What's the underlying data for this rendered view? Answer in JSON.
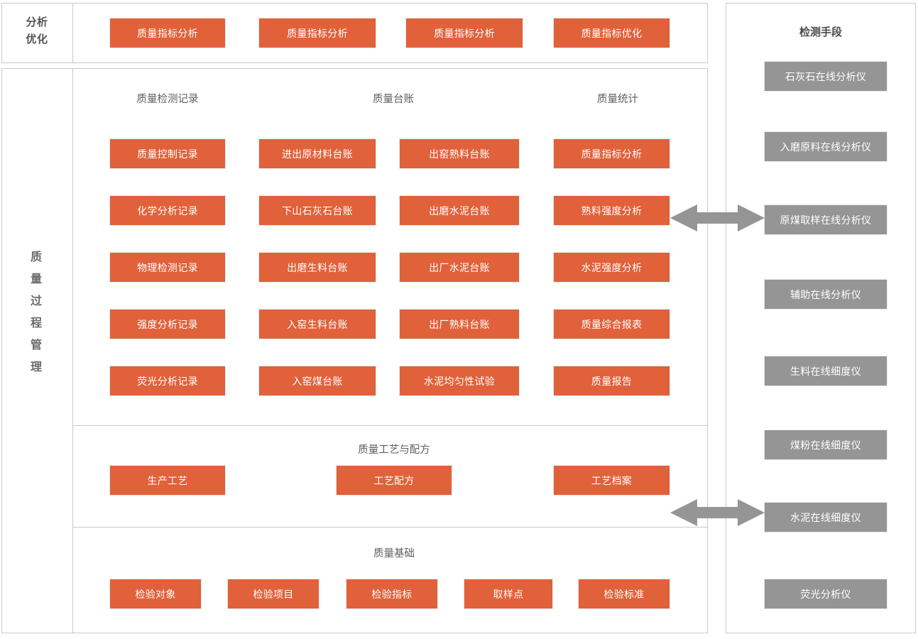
{
  "diagram": {
    "colors": {
      "orange": "#e0613a",
      "gray": "#959595",
      "border": "#c9c9c9",
      "text_dark": "#545454",
      "text_light": "#ffffff"
    },
    "top_band": {
      "label": "分析\n优化",
      "label_line1": "分析",
      "label_line2": "优化",
      "boxes": [
        {
          "label": "质量指标分析"
        },
        {
          "label": "质量指标分析"
        },
        {
          "label": "质量指标分析"
        },
        {
          "label": "质量指标优化"
        }
      ]
    },
    "left_label": {
      "text": "质 量 过 程 管 理",
      "chars": [
        "质",
        "量",
        "过",
        "程",
        "管",
        "理"
      ]
    },
    "main_panel": {
      "group_titles": [
        {
          "label": "质量检测记录"
        },
        {
          "label": "质量台账"
        },
        {
          "label": "质量统计"
        }
      ],
      "columns": [
        {
          "header": "质量检测记录",
          "boxes": [
            {
              "label": "质量控制记录"
            },
            {
              "label": "化学分析记录"
            },
            {
              "label": "物理检测记录"
            },
            {
              "label": "强度分析记录"
            },
            {
              "label": "荧光分析记录"
            }
          ]
        },
        {
          "header": "质量台账",
          "boxes": [
            {
              "label": "进出原材料台账"
            },
            {
              "label": "下山石灰石台账"
            },
            {
              "label": "出磨生料台账"
            },
            {
              "label": "入窑生料台账"
            },
            {
              "label": "入窑煤台账"
            }
          ]
        },
        {
          "header": "质量台账",
          "boxes": [
            {
              "label": "出窑熟料台账"
            },
            {
              "label": "出磨水泥台账"
            },
            {
              "label": "出厂水泥台账"
            },
            {
              "label": "出厂熟料台账"
            },
            {
              "label": "水泥均匀性试验"
            }
          ]
        },
        {
          "header": "质量统计",
          "boxes": [
            {
              "label": "质量指标分析"
            },
            {
              "label": "熟料强度分析"
            },
            {
              "label": "水泥强度分析"
            },
            {
              "label": "质量综合报表"
            },
            {
              "label": "质量报告"
            }
          ]
        }
      ]
    },
    "process_section": {
      "title": "质量工艺与配方",
      "boxes": [
        {
          "label": "生产工艺"
        },
        {
          "label": "工艺配方"
        },
        {
          "label": "工艺档案"
        }
      ]
    },
    "foundation_section": {
      "title": "质量基础",
      "boxes": [
        {
          "label": "检验对象"
        },
        {
          "label": "检验项目"
        },
        {
          "label": "检验指标"
        },
        {
          "label": "取样点"
        },
        {
          "label": "检验标准"
        }
      ]
    },
    "right_panel": {
      "title": "检测手段",
      "boxes": [
        {
          "label": "石灰石在线分析仪"
        },
        {
          "label": "入磨原料在线分析仪"
        },
        {
          "label": "原煤取样在线分析仪"
        },
        {
          "label": "辅助在线分析仪"
        },
        {
          "label": "生料在线细度仪"
        },
        {
          "label": "煤粉在线细度仪"
        },
        {
          "label": "水泥在线细度仪"
        },
        {
          "label": "荧光分析仪"
        }
      ]
    },
    "connectors": [
      {
        "name": "upper-double-arrow",
        "direction": "bidirectional"
      },
      {
        "name": "lower-double-arrow",
        "direction": "bidirectional"
      }
    ]
  }
}
